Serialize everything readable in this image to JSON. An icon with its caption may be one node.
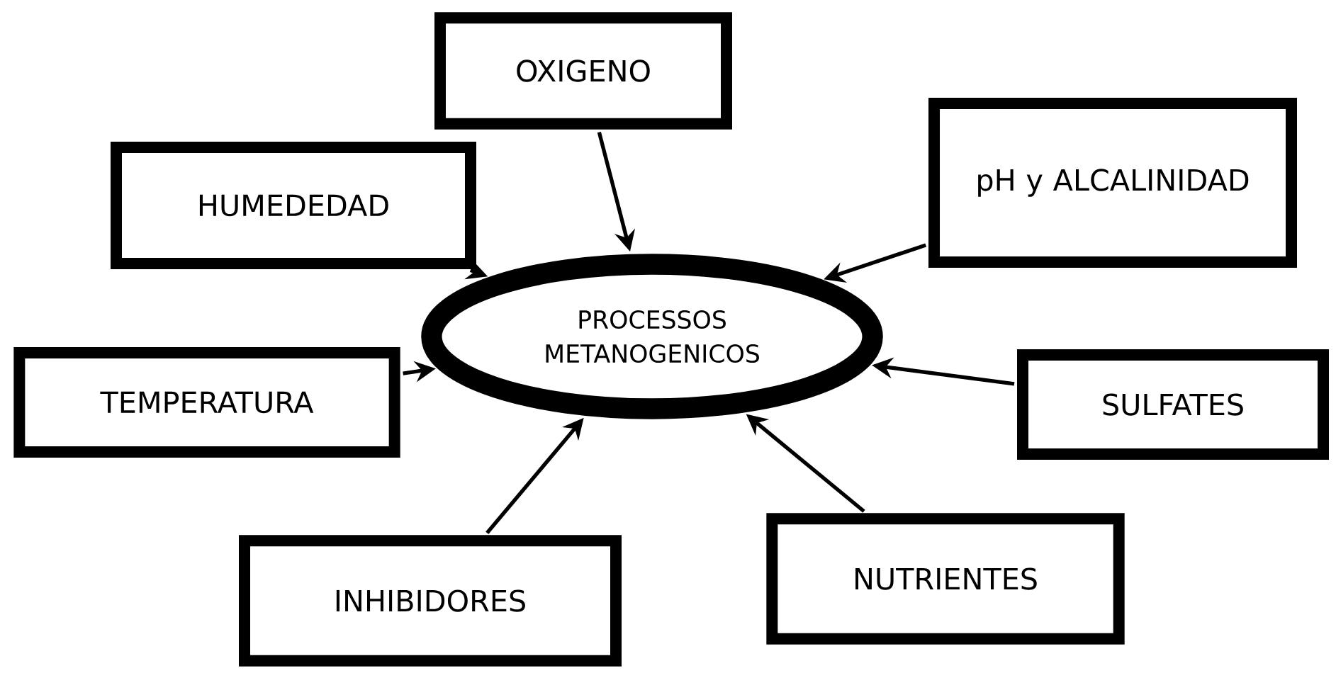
{
  "diagram": {
    "nodes": [
      {
        "text": [
          "PROCESSOS METANOGENICOS"
        ]
      },
      {
        "text": [
          "OXIGENO"
        ]
      },
      {
        "text": [
          "HUMEDEDAD"
        ]
      },
      {
        "text": [
          "pH y ALCALINIDAD"
        ]
      },
      {
        "text": [
          "TEMPERATURA"
        ]
      },
      {
        "text": [
          "SULFATES"
        ]
      },
      {
        "text": [
          "INHIBIDORES"
        ]
      },
      {
        "text": [
          "NUTRIENTES"
        ]
      }
    ],
    "edges": [
      {
        "from": 1,
        "to": 0,
        "arrow": "to"
      },
      {
        "from": 2,
        "to": 0,
        "arrow": "to"
      },
      {
        "from": 3,
        "to": 0,
        "arrow": "to"
      },
      {
        "from": 4,
        "to": 0,
        "arrow": "to"
      },
      {
        "from": 5,
        "to": 0,
        "arrow": "to"
      },
      {
        "from": 6,
        "to": 0,
        "arrow": "to"
      },
      {
        "from": 7,
        "to": 0,
        "arrow": "to"
      }
    ]
  }
}
